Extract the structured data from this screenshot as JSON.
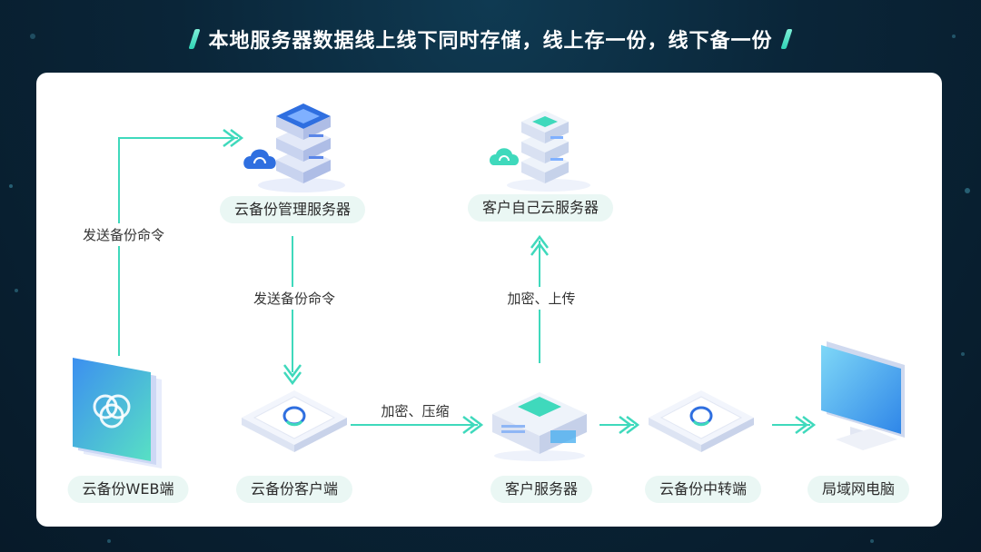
{
  "title": "本地服务器数据线上线下同时存储，线上存一份，线下备一份",
  "nodes": {
    "mgmt_server": "云备份管理服务器",
    "own_cloud_server": "客户自己云服务器",
    "web_client": "云备份WEB端",
    "client": "云备份客户端",
    "customer_server": "客户服务器",
    "relay": "云备份中转端",
    "lan_pc": "局域网电脑"
  },
  "edges": {
    "web_to_mgmt": "发送备份命令",
    "mgmt_to_client": "发送备份命令",
    "client_to_server": "加密、压缩",
    "server_to_cloud": "加密、上传"
  },
  "colors": {
    "accent": "#3fd9bc",
    "background": "#0a2538",
    "card": "#ffffff",
    "label_bg": "#eaf7f4",
    "blue": "#2f6fe0"
  }
}
